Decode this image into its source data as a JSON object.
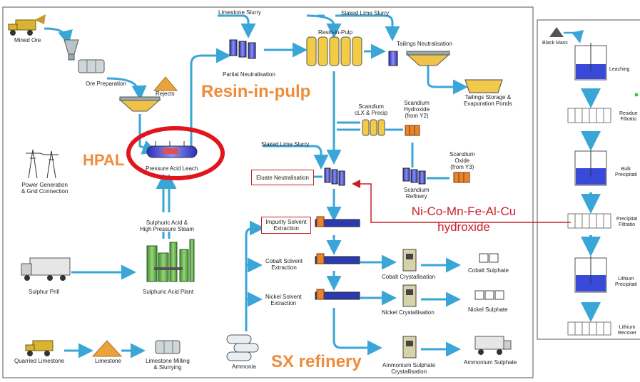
{
  "main": {
    "mined_ore": "Mined Ore",
    "ore_preparation": "Ore Preparation",
    "rejects": "Rejects",
    "limestone_slurry": "Limestone Slurry",
    "slaked_lime_slurry_top": "Slaked Lime Slurry",
    "resin_in_pulp_label": "Resin-in-Pulp",
    "tailings_neutralisation": "Tailings Neutralisation",
    "partial_neutralisation": "Partial Neutralisation",
    "resin_in_pulp_big": "Resin-in-pulp",
    "tailings_storage": [
      "Tailings Storage &",
      "Evaporation Ponds"
    ],
    "scandium_clx": [
      "Scandium",
      "cLX & Precip"
    ],
    "scandium_hydroxide": [
      "Scandium",
      "Hydroxide",
      "(from Y2)"
    ],
    "scandium_oxide": [
      "Scandium",
      "Oxide",
      "(from Y3)"
    ],
    "scandium_refinery": [
      "Scandium",
      "Refinery"
    ],
    "hpal": "HPAL",
    "pressure_acid_leach": "Pressure Acid Leach",
    "slaked_lime_slurry_mid": "Slaked Lime Slurry",
    "eluate_neutralisation": "Eluate Neutralisation",
    "power_generation": [
      "Power Generation",
      "& Grid Connection"
    ],
    "ni_co_hydroxide": [
      "Ni-Co-Mn-Fe-Al-Cu",
      "hydroxide"
    ],
    "sulphuric_acid_steam": [
      "Sulphuric Acid &",
      "High Pressure Steam"
    ],
    "impurity_sx": [
      "Impurity Solvent",
      "Extraction"
    ],
    "cobalt_sx": [
      "Cobalt Solvent",
      "Extraction"
    ],
    "cobalt_crystallisation": "Cobalt Crystallisation",
    "cobalt_sulphate": "Cobalt Sulphate",
    "nickel_sx": [
      "Nickel Solvent",
      "Extraction"
    ],
    "nickel_crystallisation": "Nickel Crystallisation",
    "nickel_sulphate": "Nickel Sulphate",
    "sulphur_prill": "Sulphur Prill",
    "sulphuric_acid_plant": "Sulphuric Acid Plant",
    "quarried_limestone": "Quarried Limestone",
    "limestone": "Limestone",
    "limestone_milling": [
      "Limestone Milling",
      "& Slurrying"
    ],
    "ammonia": "Ammonia",
    "sx_refinery": "SX refinery",
    "ammonium_sulphate_cryst": [
      "Ammonium Sulphate",
      "Crystallisation"
    ],
    "ammonium_sulphate": "Ammonium Sulphate"
  },
  "side": {
    "black_mass": "Black Mass",
    "leaching": "Leaching",
    "residue_filtration": [
      "Residue",
      "Filtratio"
    ],
    "bulk_precipitation": [
      "Bulk",
      "Precipitati"
    ],
    "precipitate_filtration": [
      "Precipitat",
      "Filtratio"
    ],
    "lithium_precipitation": [
      "Lithium",
      "Precipitati"
    ],
    "lithium_recovery": [
      "Lithium",
      "Recover"
    ]
  },
  "colors": {
    "arrow": "#3aa6d8",
    "accent_orange": "#ee8c3a",
    "highlight_red": "#e0161c",
    "annotation_red": "#c8202a"
  }
}
